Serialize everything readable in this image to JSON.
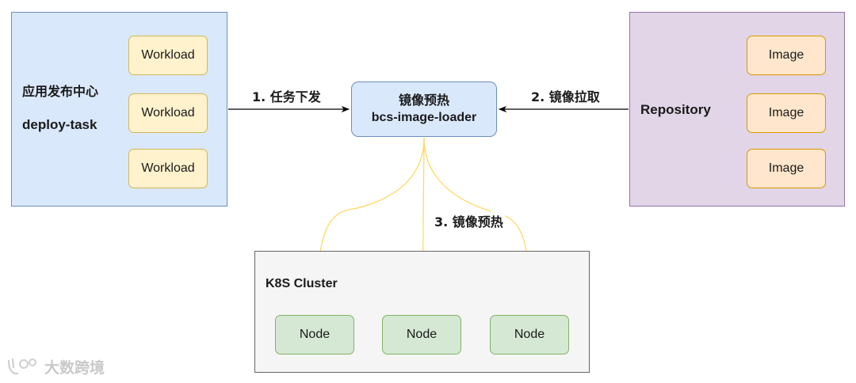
{
  "source_panel": {
    "title_cn": "应用发布中心",
    "title_en": "deploy-task",
    "workloads": [
      "Workload",
      "Workload",
      "Workload"
    ],
    "fill": "#dae8fc",
    "stroke": "#6c8ebf"
  },
  "repository_panel": {
    "title": "Repository",
    "images": [
      "Image",
      "Image",
      "Image"
    ],
    "fill": "#e1d5e7",
    "stroke": "#9673a6"
  },
  "center_node": {
    "title_cn": "镜像预热",
    "title_en": "bcs-image-loader"
  },
  "cluster_panel": {
    "title": "K8S Cluster",
    "nodes": [
      "Node",
      "Node",
      "Node"
    ]
  },
  "edges": {
    "dispatch": "1. 任务下发",
    "pull": "2. 镜像拉取",
    "preheat": "3. 镜像预热"
  },
  "colors": {
    "edge_black": "#000000",
    "edge_yellow": "#ffd966"
  },
  "watermark": {
    "icon": "bigdata-logo-icon",
    "text": "大数跨境"
  }
}
